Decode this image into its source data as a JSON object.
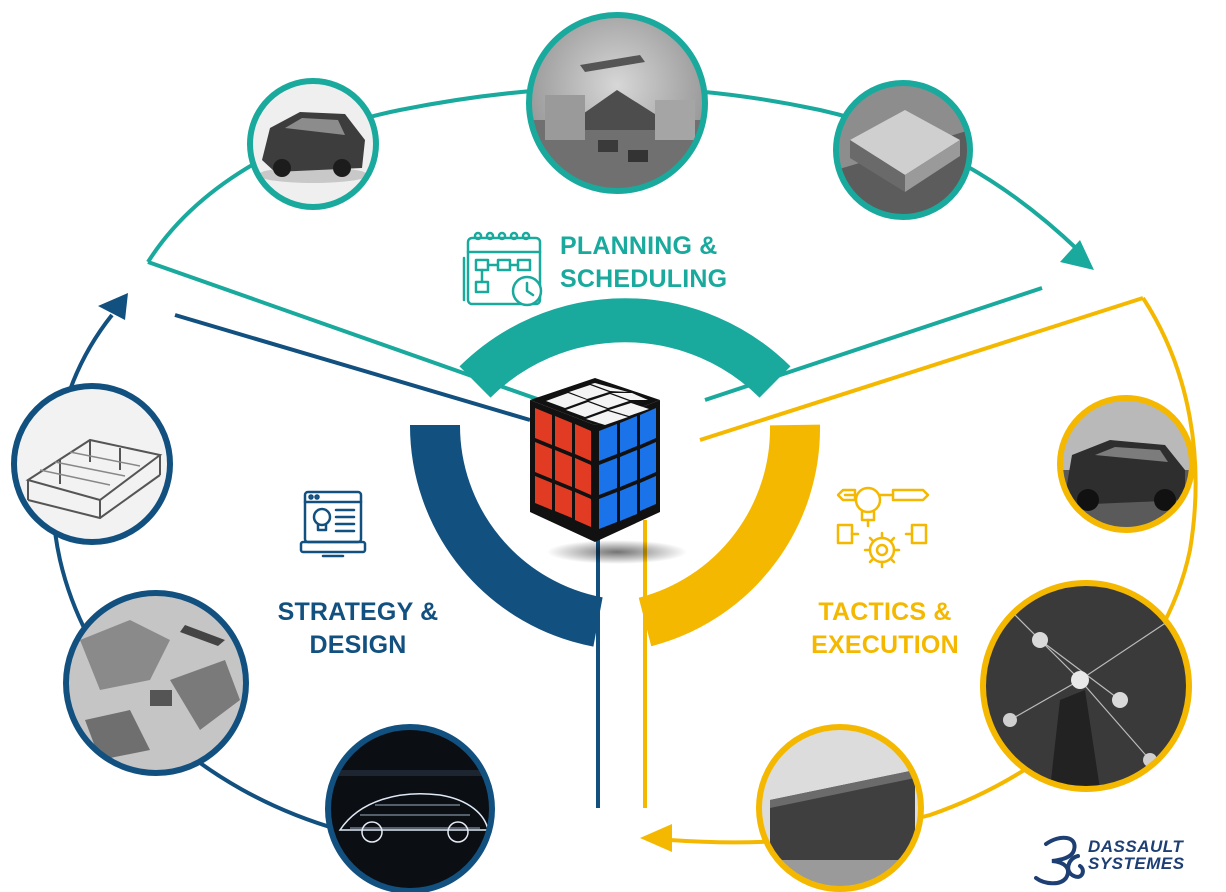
{
  "labels": {
    "planning": [
      "PLANNING &",
      "SCHEDULING"
    ],
    "strategy": [
      "STRATEGY &",
      "DESIGN"
    ],
    "tactics": [
      "TACTICS &",
      "EXECUTION"
    ]
  },
  "logo": {
    "line1": "DASSAULT",
    "line2": "SYSTEMES",
    "mark": "3DS"
  },
  "colors": {
    "planning": "#1aa99d",
    "strategy": "#12507f",
    "tactics": "#f5b800"
  },
  "icons": {
    "planning": "calendar-flowchart-icon",
    "strategy": "lightbulb-monitor-icon",
    "tactics": "lightbulb-gear-icon",
    "center": "rubiks-cube"
  },
  "photos": {
    "planning": [
      "sports-car-photo",
      "logistics-hub-photo",
      "warehouse-aerial-photo"
    ],
    "strategy": [
      "steel-frame-structure-photo",
      "global-logistics-map-photo",
      "wireframe-car-photo"
    ],
    "tactics": [
      "suv-photo",
      "network-people-photo",
      "industrial-building-photo"
    ]
  }
}
